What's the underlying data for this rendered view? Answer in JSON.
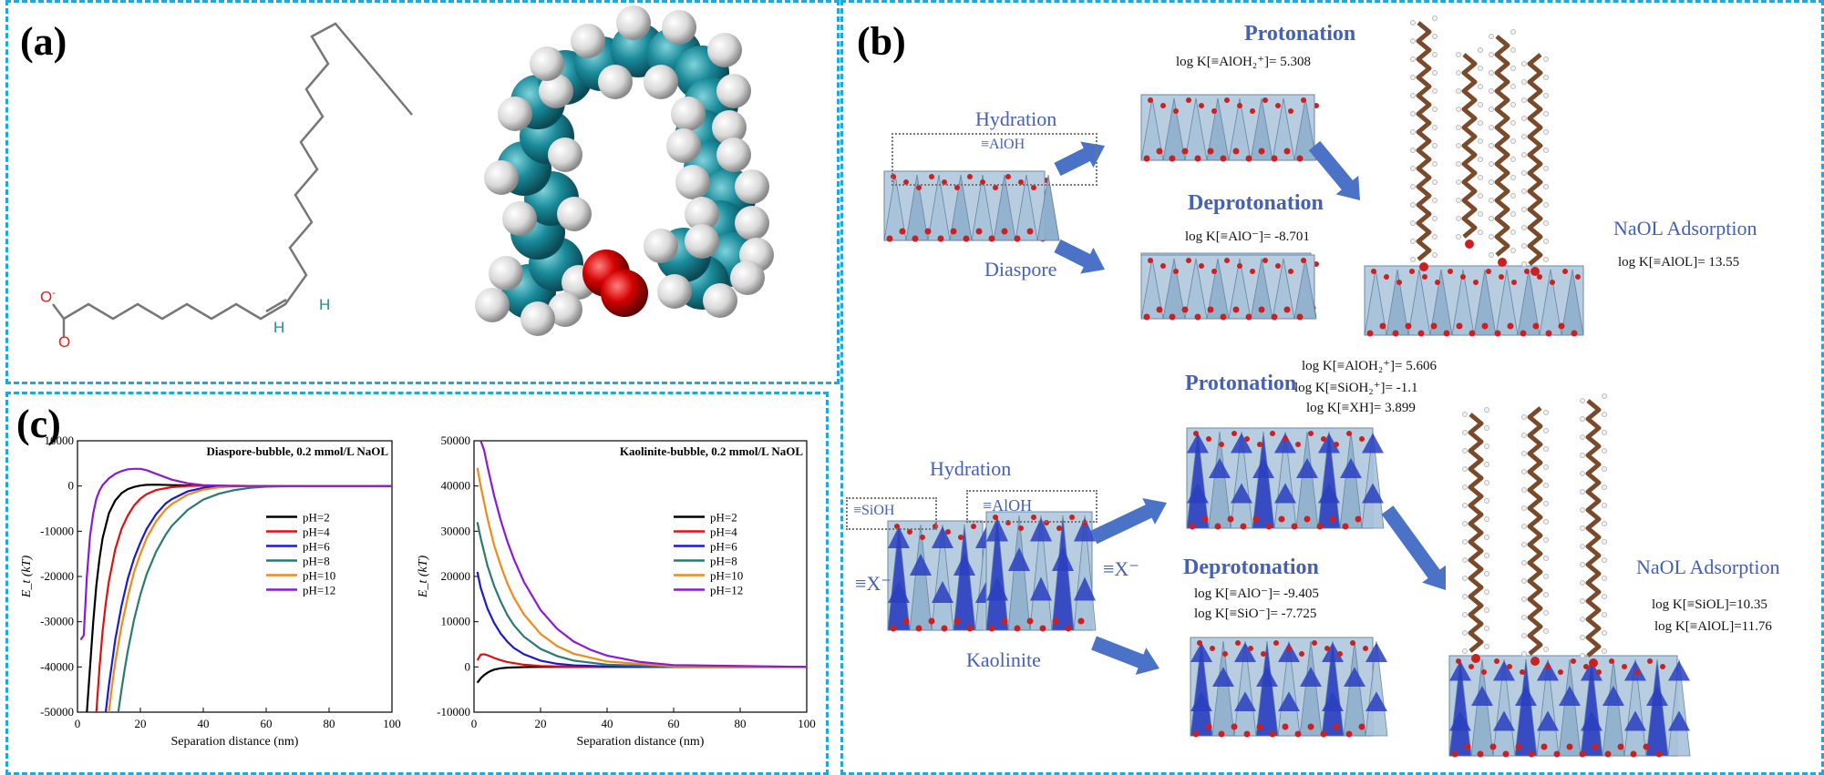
{
  "panels": {
    "a": {
      "label": "(a)"
    },
    "b": {
      "label": "(b)"
    },
    "c": {
      "label": "(c)"
    }
  },
  "panel_a": {
    "structure_labels": {
      "carboxylate_o": "O",
      "carboxylate_charge": "-",
      "carbonyl_o": "O",
      "h1": "H",
      "h2": "H"
    },
    "atom_colors": {
      "carbon": "#1a8a99",
      "hydrogen": "#e6e6e6",
      "oxygen": "#d40000"
    }
  },
  "panel_b": {
    "diaspore": {
      "hydration": "Hydration",
      "site": "≡AlOH",
      "mineral": "Diaspore",
      "protonation": "Protonation",
      "protonation_eq": "log K[≡AlOH₂⁺]= 5.308",
      "deprotonation": "Deprotonation",
      "deprotonation_eq": "log K[≡AlO⁻]= -8.701",
      "adsorption": "NaOL Adsorption",
      "adsorption_eq": "log K[≡AlOL]= 13.55"
    },
    "kaolinite": {
      "protonation_eq1": "log K[≡AlOH₂⁺]= 5.606",
      "protonation_eq2": "log K[≡SiOH₂⁺]= -1.1",
      "protonation_eq3": "log K[≡XH]= 3.899",
      "protonation": "Protonation",
      "hydration": "Hydration",
      "site_si": "≡SiOH",
      "site_al": "≡AlOH",
      "x_left": "≡X⁻",
      "x_right": "≡X⁻",
      "deprotonation": "Deprotonation",
      "deprotonation_eq1": "log K[≡AlO⁻]= -9.405",
      "deprotonation_eq2": "log K[≡SiO⁻]= -7.725",
      "mineral": "Kaolinite",
      "adsorption": "NaOL Adsorption",
      "adsorption_eq1": "log K[≡SiOL]=10.35",
      "adsorption_eq2": "log K[≡AlOL]=11.76"
    },
    "colors": {
      "title": "#4460b8",
      "arrow": "#4a73c8",
      "crystal": "#7d9fbd",
      "kaol_blue": "#2a3fc0",
      "chain": "#7a4a2a"
    }
  },
  "chart_data": [
    {
      "type": "line",
      "title": "Diaspore-bubble, 0.2 mmol/L NaOL",
      "xlabel": "Separation distance (nm)",
      "ylabel": "E_t (kT)",
      "xlim": [
        0,
        100
      ],
      "ylim": [
        -50000,
        10000
      ],
      "xticks": [
        0,
        20,
        40,
        60,
        80,
        100
      ],
      "yticks": [
        10000,
        0,
        -10000,
        -20000,
        -30000,
        -40000,
        -50000
      ],
      "legend": "center-right",
      "series": [
        {
          "name": "pH=2",
          "color": "#000000",
          "x": [
            3,
            4,
            5,
            6,
            7,
            8,
            10,
            12,
            14,
            16,
            18,
            20,
            22,
            25,
            30,
            40,
            60,
            100
          ],
          "y": [
            -50000,
            -40000,
            -30000,
            -22000,
            -16000,
            -11500,
            -6000,
            -3200,
            -1600,
            -700,
            -200,
            100,
            250,
            300,
            200,
            50,
            0,
            0
          ]
        },
        {
          "name": "pH=4",
          "color": "#e01010",
          "x": [
            6,
            7,
            8,
            9,
            10,
            12,
            14,
            16,
            18,
            20,
            22,
            25,
            30,
            35,
            40,
            50,
            60,
            100
          ],
          "y": [
            -50000,
            -40000,
            -32000,
            -26000,
            -21000,
            -14000,
            -9500,
            -6500,
            -4300,
            -2800,
            -1800,
            -900,
            -250,
            0,
            80,
            30,
            0,
            0
          ]
        },
        {
          "name": "pH=6",
          "color": "#1a1ad0",
          "x": [
            9,
            10,
            11,
            12,
            14,
            16,
            18,
            20,
            22,
            25,
            28,
            30,
            35,
            40,
            45,
            50,
            60,
            100
          ],
          "y": [
            -50000,
            -44000,
            -39000,
            -34000,
            -26500,
            -20500,
            -16000,
            -12500,
            -9500,
            -6200,
            -3900,
            -2900,
            -1200,
            -400,
            -100,
            0,
            0,
            0
          ]
        },
        {
          "name": "pH=8",
          "color": "#2a7a70",
          "x": [
            13,
            14,
            15,
            16,
            18,
            20,
            22,
            25,
            28,
            30,
            35,
            40,
            45,
            50,
            55,
            60,
            70,
            100
          ],
          "y": [
            -50000,
            -45000,
            -40500,
            -36500,
            -29500,
            -24000,
            -19500,
            -14500,
            -10800,
            -8800,
            -5300,
            -3000,
            -1700,
            -900,
            -400,
            -150,
            0,
            0
          ]
        },
        {
          "name": "pH=10",
          "color": "#f08a1a",
          "x": [
            10,
            11,
            12,
            14,
            16,
            18,
            20,
            22,
            25,
            28,
            30,
            35,
            40,
            45,
            50,
            60,
            100
          ],
          "y": [
            -50000,
            -44000,
            -39000,
            -31000,
            -24500,
            -19000,
            -15000,
            -11500,
            -7800,
            -5200,
            -4000,
            -1900,
            -800,
            -300,
            -50,
            0,
            0
          ]
        },
        {
          "name": "pH=12",
          "color": "#8a1ad8",
          "x": [
            1,
            2,
            3,
            4,
            5,
            6,
            7,
            8,
            10,
            12,
            14,
            16,
            18,
            20,
            22,
            25,
            30,
            35,
            40,
            50,
            60,
            100
          ],
          "y": [
            -34000,
            -33000,
            -20000,
            -11000,
            -6000,
            -2800,
            -1000,
            200,
            1700,
            2700,
            3300,
            3700,
            3800,
            3800,
            3500,
            2700,
            1400,
            600,
            200,
            0,
            0,
            0
          ]
        }
      ]
    },
    {
      "type": "line",
      "title": "Kaolinite-bubble, 0.2 mmol/L NaOL",
      "xlabel": "Separation distance (nm)",
      "ylabel": "E_t (kT)",
      "xlim": [
        0,
        100
      ],
      "ylim": [
        -10000,
        50000
      ],
      "xticks": [
        0,
        20,
        40,
        60,
        80,
        100
      ],
      "yticks": [
        50000,
        40000,
        30000,
        20000,
        10000,
        0,
        -10000
      ],
      "legend": "center-right",
      "series": [
        {
          "name": "pH=2",
          "color": "#000000",
          "x": [
            1,
            2,
            3,
            4,
            5,
            6,
            8,
            10,
            15,
            20,
            30,
            100
          ],
          "y": [
            -3500,
            -2500,
            -1800,
            -1300,
            -900,
            -600,
            -300,
            -150,
            -40,
            0,
            0,
            0
          ]
        },
        {
          "name": "pH=4",
          "color": "#e01010",
          "x": [
            1,
            2,
            3,
            4,
            5,
            6,
            8,
            10,
            15,
            20,
            30,
            100
          ],
          "y": [
            1500,
            2700,
            2800,
            2600,
            2300,
            2000,
            1500,
            1100,
            500,
            200,
            40,
            0
          ]
        },
        {
          "name": "pH=6",
          "color": "#1a1ad0",
          "x": [
            1,
            2,
            4,
            6,
            8,
            10,
            12,
            15,
            20,
            25,
            30,
            40,
            60,
            100
          ],
          "y": [
            21000,
            17500,
            13000,
            9800,
            7400,
            5600,
            4200,
            2800,
            1400,
            700,
            350,
            100,
            0,
            0
          ]
        },
        {
          "name": "pH=8",
          "color": "#2a7a70",
          "x": [
            1,
            2,
            4,
            6,
            8,
            10,
            12,
            15,
            20,
            25,
            30,
            40,
            60,
            100
          ],
          "y": [
            32000,
            28500,
            22500,
            18000,
            14500,
            11500,
            9200,
            6700,
            4000,
            2400,
            1400,
            500,
            50,
            0
          ]
        },
        {
          "name": "pH=10",
          "color": "#f08a1a",
          "x": [
            1,
            2,
            4,
            6,
            8,
            10,
            12,
            15,
            20,
            25,
            30,
            40,
            60,
            100
          ],
          "y": [
            44000,
            40000,
            33000,
            27000,
            22500,
            18500,
            15300,
            11600,
            7300,
            4600,
            2900,
            1200,
            150,
            0
          ]
        },
        {
          "name": "pH=12",
          "color": "#8a1ad8",
          "x": [
            2,
            3,
            4,
            6,
            8,
            10,
            12,
            15,
            20,
            25,
            30,
            35,
            40,
            50,
            60,
            100
          ],
          "y": [
            50000,
            48000,
            44500,
            38000,
            32500,
            27800,
            23800,
            18800,
            12600,
            8400,
            5600,
            3800,
            2500,
            1100,
            400,
            0
          ]
        }
      ]
    }
  ]
}
